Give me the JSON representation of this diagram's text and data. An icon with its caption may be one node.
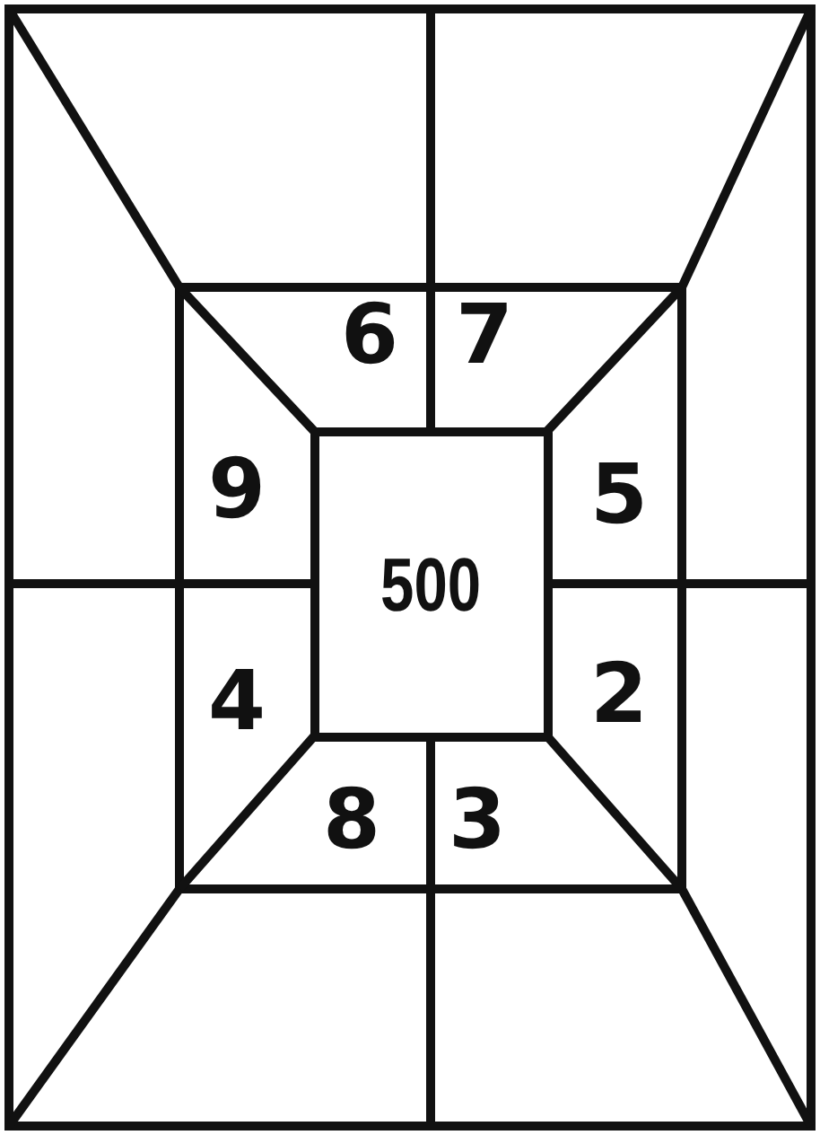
{
  "diagram": {
    "nodes": [
      {
        "text": [
          "500"
        ]
      }
    ],
    "edges": [],
    "labels": [
      "6",
      "7",
      "9",
      "5",
      "4",
      "2",
      "8",
      "3"
    ]
  }
}
